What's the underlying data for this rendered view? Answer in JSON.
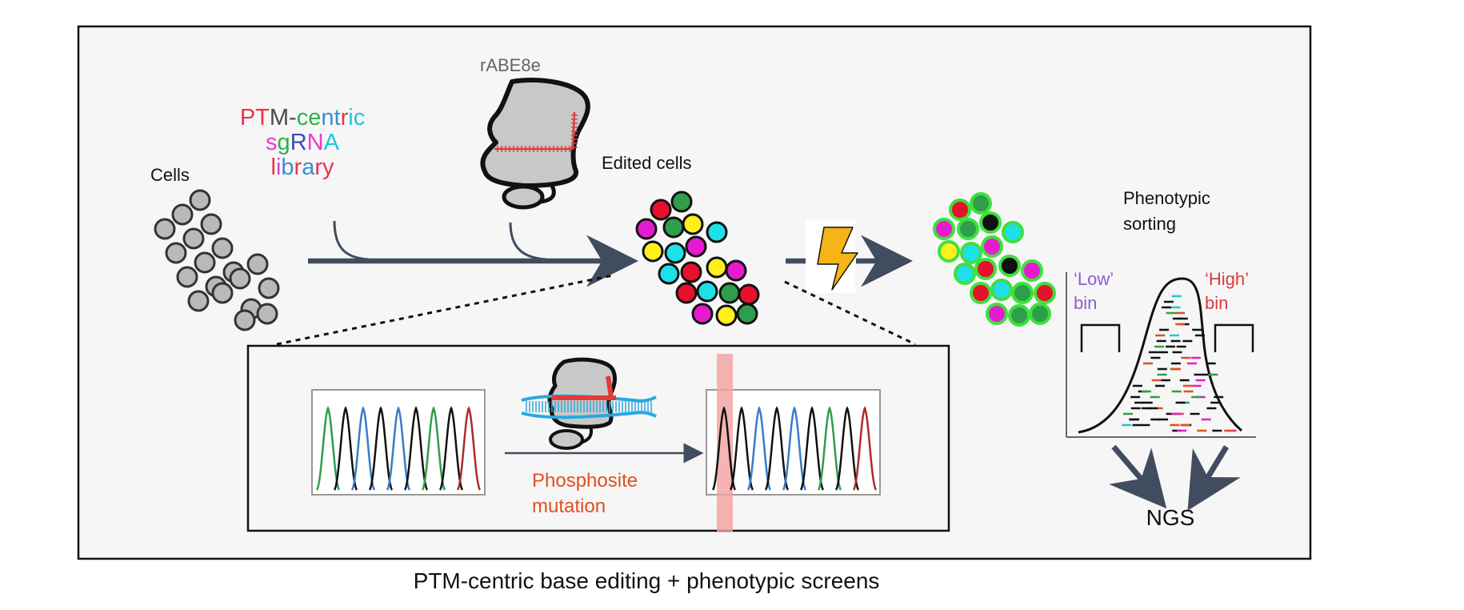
{
  "labels": {
    "cells": "Cells",
    "editor": "rABE8e",
    "library_line1": [
      "P",
      "T",
      "M",
      "-",
      "c",
      "e",
      "n",
      "t",
      "r",
      "i",
      "c"
    ],
    "library_line2": [
      "s",
      "g",
      "R",
      "N",
      "A"
    ],
    "library_line3": [
      "l",
      "i",
      "b",
      "r",
      "a",
      "r",
      "y"
    ],
    "edited_cells": "Edited cells",
    "phenotypic_sorting_line1": "Phenotypic",
    "phenotypic_sorting_line2": "sorting",
    "low_bin_line1": "‘Low’",
    "low_bin_line2": "bin",
    "high_bin_line1": "‘High’",
    "high_bin_line2": "bin",
    "mutation_line1": "Phosphosite",
    "mutation_line2": "mutation",
    "ngs": "NGS",
    "caption": "PTM-centric base editing + phenotypic screens"
  },
  "colors": {
    "library_line1": [
      "#e8344a",
      "#e8344a",
      "#4a4a4a",
      "#4a4a4a",
      "#2ab24a",
      "#2ab24a",
      "#3b8fd0",
      "#3b8fd0",
      "#e8344a",
      "#1fc7d8",
      "#1fc7d8"
    ],
    "library_line2": [
      "#e83bd0",
      "#2ab24a",
      "#3b4cb0",
      "#e83bd0",
      "#1fc7d8"
    ],
    "library_line3": [
      "#e8344a",
      "#e83bd0",
      "#3b8fd0",
      "#e8344a",
      "#3b8fd0",
      "#e8344a",
      "#e8344a"
    ],
    "low_bin": "#8a5fd0",
    "high_bin": "#d83a3a",
    "mutation": "#e2501e",
    "arrow": "#414d5f",
    "cell_grey": "#b9b9b9",
    "panel_bg": "#f6f6f6",
    "highlight": "#f4a0a0",
    "bolt": "#f6b417"
  },
  "icons": [
    "lightning-bolt-icon",
    "base-editor-protein-icon",
    "sequencing-chromatogram-icon"
  ]
}
